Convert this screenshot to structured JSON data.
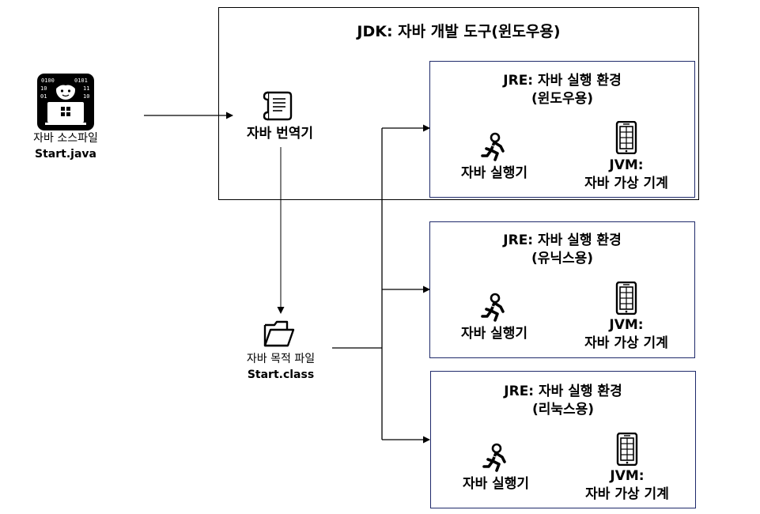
{
  "jdk": {
    "title": "JDK: 자바 개발 도구(윈도우용)"
  },
  "source": {
    "name": "자바 소스파일",
    "file": "Start.java"
  },
  "compiler": {
    "label": "자바 번역기"
  },
  "object": {
    "name": "자바 목적 파일",
    "file": "Start.class"
  },
  "jres": [
    {
      "title": "JRE: 자바 실행 환경",
      "os": "(윈도우용)",
      "runner": "자바 실행기",
      "jvm_line1": "JVM:",
      "jvm_line2": "자바 가상 기계"
    },
    {
      "title": "JRE: 자바 실행 환경",
      "os": "(유닉스용)",
      "runner": "자바 실행기",
      "jvm_line1": "JVM:",
      "jvm_line2": "자바 가상 기계"
    },
    {
      "title": "JRE: 자바 실행 환경",
      "os": "(리눅스용)",
      "runner": "자바 실행기",
      "jvm_line1": "JVM:",
      "jvm_line2": "자바 가상 기계"
    }
  ],
  "icons": [
    "developer-icon",
    "scroll-icon",
    "folder-icon",
    "runner-icon",
    "phone-icon"
  ]
}
